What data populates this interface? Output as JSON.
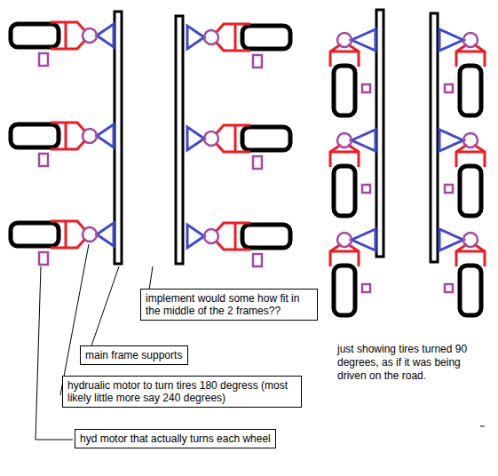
{
  "diagram": {
    "nodes": [
      {
        "text": [
          "implement would some how fit in the middle of the 2 frames??"
        ]
      },
      {
        "text": [
          "main frame supports"
        ]
      },
      {
        "text": [
          "hydrualic motor to turn tires 180 degress (most likely little more say 240 degrees)"
        ]
      },
      {
        "text": [
          "hyd motor that actually turns each wheel"
        ]
      }
    ],
    "labels": [
      "just showing tires turned 90 degrees, as if it was being driven on the road."
    ]
  }
}
